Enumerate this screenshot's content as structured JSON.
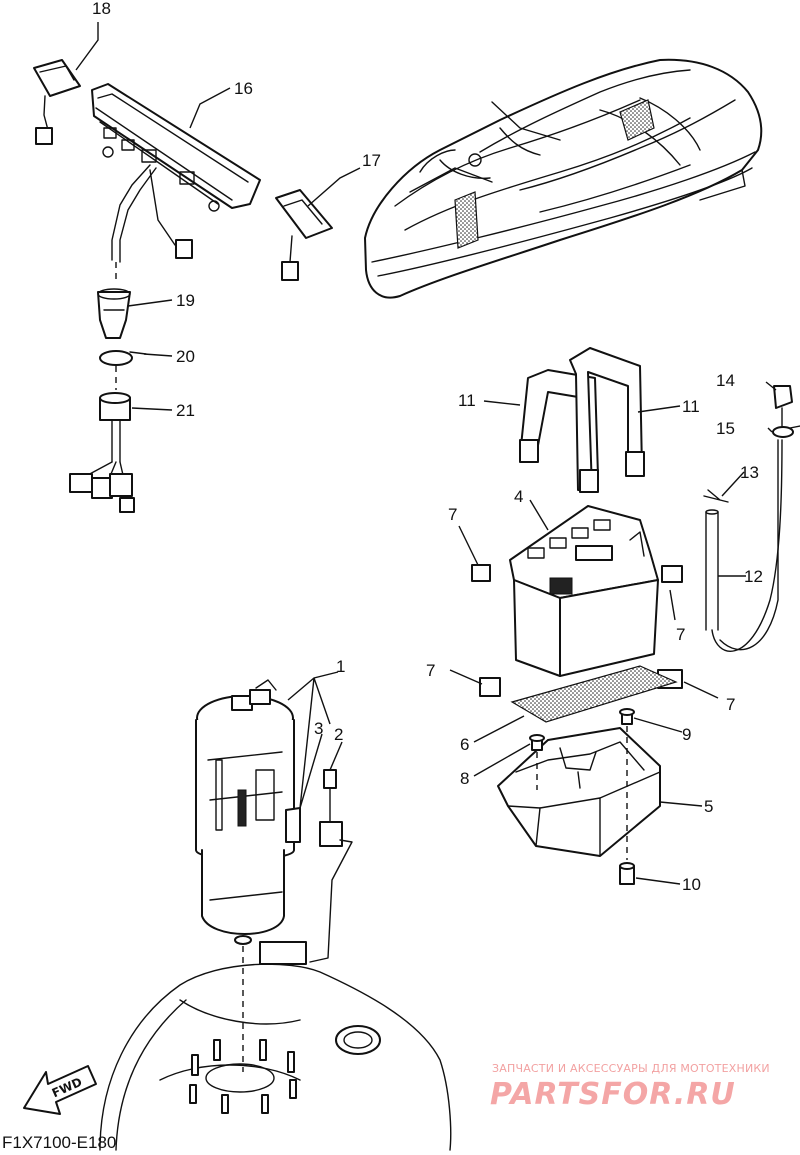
{
  "diagram_code": "F1X7100-E180",
  "forward_label": "FWD",
  "watermark": {
    "tagline": "ЗАПЧАСТИ И АКСЕССУАРЫ ДЛЯ МОТОТЕХНИКИ",
    "brand": "PARTSFOR.RU"
  },
  "callouts": {
    "c1": "1",
    "c2": "2",
    "c3": "3",
    "c4": "4",
    "c5": "5",
    "c6": "6",
    "c7a": "7",
    "c7b": "7",
    "c7c": "7",
    "c7d": "7",
    "c8": "8",
    "c9": "9",
    "c10": "10",
    "c11a": "11",
    "c11b": "11",
    "c12": "12",
    "c13": "13",
    "c14": "14",
    "c15": "15",
    "c16": "16",
    "c17": "17",
    "c18": "18",
    "c19": "19",
    "c20": "20",
    "c21": "21"
  },
  "colors": {
    "line": "#111111",
    "watermark": "#f2a1a1"
  }
}
